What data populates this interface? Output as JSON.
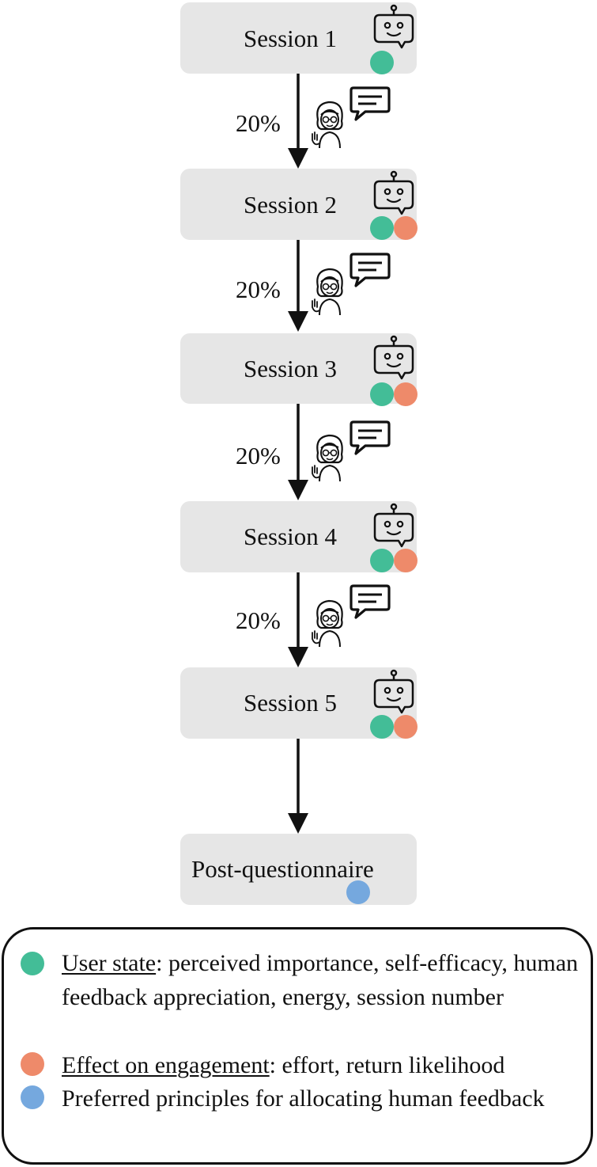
{
  "colors": {
    "user_state": "#43bd97",
    "engagement": "#ee8a6a",
    "principles": "#75a8de",
    "box_fill": "#e6e6e6",
    "stroke": "#111111"
  },
  "icons": {
    "session": "robot-icon",
    "transition_person": "human-icon",
    "transition_message": "chat-bubble-icon"
  },
  "sessions": [
    {
      "label": "Session 1",
      "markers": [
        "user_state"
      ]
    },
    {
      "label": "Session 2",
      "markers": [
        "user_state",
        "engagement"
      ]
    },
    {
      "label": "Session 3",
      "markers": [
        "user_state",
        "engagement"
      ]
    },
    {
      "label": "Session 4",
      "markers": [
        "user_state",
        "engagement"
      ]
    },
    {
      "label": "Session 5",
      "markers": [
        "user_state",
        "engagement"
      ]
    }
  ],
  "transitions": [
    {
      "percent": "20%"
    },
    {
      "percent": "20%"
    },
    {
      "percent": "20%"
    },
    {
      "percent": "20%"
    }
  ],
  "post": {
    "label": "Post-questionnaire",
    "markers": [
      "principles"
    ]
  },
  "legend": {
    "user_state": {
      "term": "User state",
      "rest": ": perceived importance, self-efficacy, human feedback appreciation, energy, session number"
    },
    "engagement": {
      "term": "Effect on engagement",
      "rest": ": effort, return likelihood"
    },
    "principles": {
      "text": "Preferred principles for allocating human feedback"
    }
  }
}
